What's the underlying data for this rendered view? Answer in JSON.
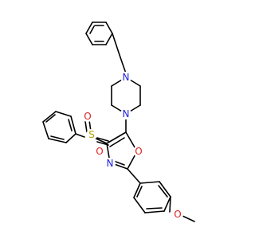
{
  "colors": {
    "bond": "#000000",
    "N": "#1f1fe0",
    "O": "#e01f1f",
    "S": "#b3a000",
    "background": "#ffffff"
  },
  "atoms": {
    "N_top": "N",
    "N_bottom": "N",
    "S_sulfonyl": "S",
    "O_sulfonyl_1": "O",
    "O_sulfonyl_2": "O",
    "N_oxazole": "N",
    "O_oxazole": "O",
    "O_methoxy": "O"
  }
}
